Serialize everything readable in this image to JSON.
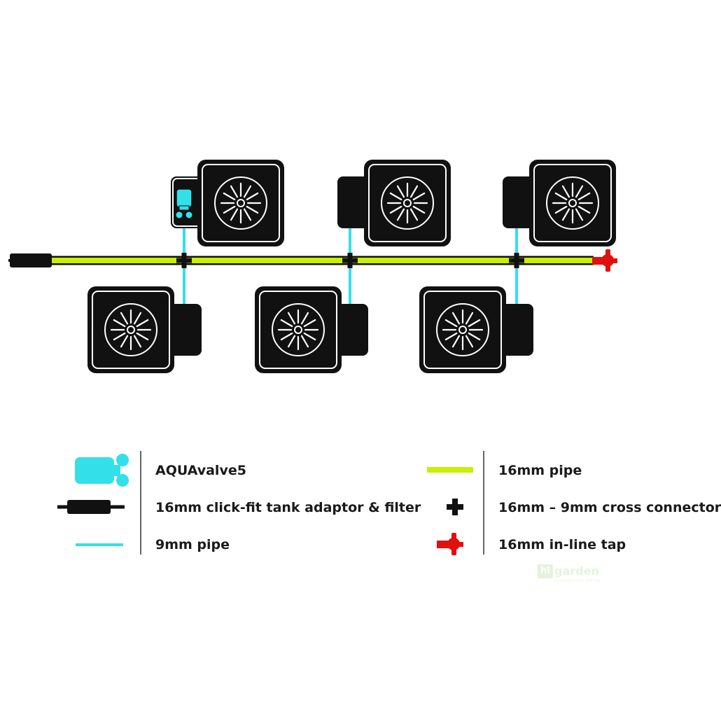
{
  "colors": {
    "pipe_16mm": "#c8f000",
    "pipe_9mm": "#33e0ea",
    "valve": "#33e0ea",
    "tap": "#e01010",
    "pot": "#111111",
    "outline": "#ffffff"
  },
  "diagram": {
    "pots": 6,
    "components": [
      "tank-adaptor",
      "16mm-pipe",
      "cross-connector",
      "9mm-pipe",
      "aquavalve5",
      "in-line-tap",
      "pot"
    ]
  },
  "legend": {
    "left": [
      {
        "label": "AQUAvalve5",
        "icon": "aquavalve-icon"
      },
      {
        "label": "16mm click-fit tank adaptor & filter",
        "icon": "tank-adaptor-icon"
      },
      {
        "label": "9mm pipe",
        "icon": "pipe-9mm-icon"
      }
    ],
    "right": [
      {
        "label": "16mm pipe",
        "icon": "pipe-16mm-icon"
      },
      {
        "label": "16mm – 9mm cross connector",
        "icon": "cross-connector-icon"
      },
      {
        "label": "16mm in-line tap",
        "icon": "inline-tap-icon"
      }
    ]
  },
  "watermark": {
    "hi": "hi",
    "garden": "garden",
    "tagline": "hydroponics online"
  }
}
